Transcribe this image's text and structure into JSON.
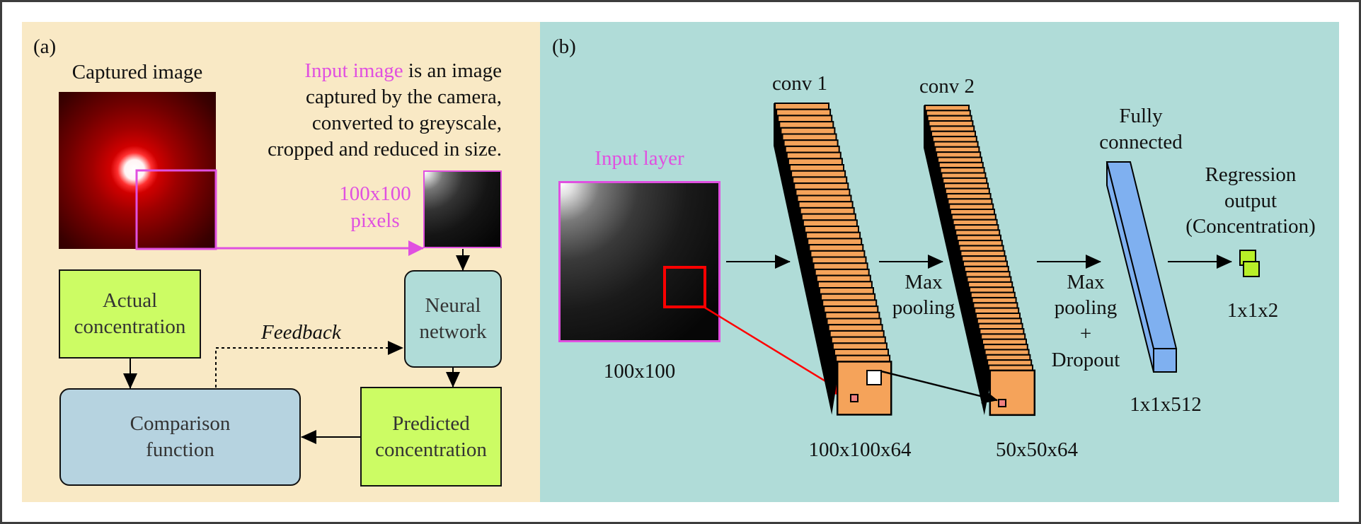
{
  "panel_a": {
    "label": "(a)",
    "captured_image_title": "Captured image",
    "description": {
      "highlight": "Input image",
      "line1_rest": " is an image",
      "line2": "captured by the camera,",
      "line3": "converted to greyscale,",
      "line4": "cropped and reduced in size."
    },
    "crop_size": {
      "line1": "100x100",
      "line2": "pixels"
    },
    "boxes": {
      "actual": {
        "line1": "Actual",
        "line2": "concentration"
      },
      "neural": {
        "line1": "Neural",
        "line2": "network"
      },
      "comparison": {
        "line1": "Comparison",
        "line2": "function"
      },
      "predicted": {
        "line1": "Predicted",
        "line2": "concentration"
      }
    },
    "feedback_label": "Feedback"
  },
  "panel_b": {
    "label": "(b)",
    "input_layer": {
      "title": "Input layer",
      "size": "100x100"
    },
    "conv1": {
      "title": "conv 1",
      "size": "100x100x64"
    },
    "conv2": {
      "title": "conv 2",
      "size": "50x50x64"
    },
    "pool1": {
      "line1": "Max",
      "line2": "pooling"
    },
    "pool2": {
      "line1": "Max",
      "line2": "pooling",
      "line3": "+",
      "line4": "Dropout"
    },
    "fc": {
      "line1": "Fully",
      "line2": "connected",
      "size": "1x1x512"
    },
    "output": {
      "line1": "Regression",
      "line2": "output",
      "line3": "(Concentration)",
      "size": "1x1x2"
    }
  },
  "colors": {
    "panel_a_bg": "#f9e9c5",
    "panel_b_bg": "#b0dcd8",
    "magenta": "#e050e0",
    "green_box": "#ccfc64",
    "blue_box": "#b6d3e0",
    "conv_orange": "#f5a35a",
    "fc_blue": "#7fb0f0",
    "output_green": "#b8f028",
    "kernel_pink": "#f08080",
    "red_arrow": "#ff0000"
  }
}
